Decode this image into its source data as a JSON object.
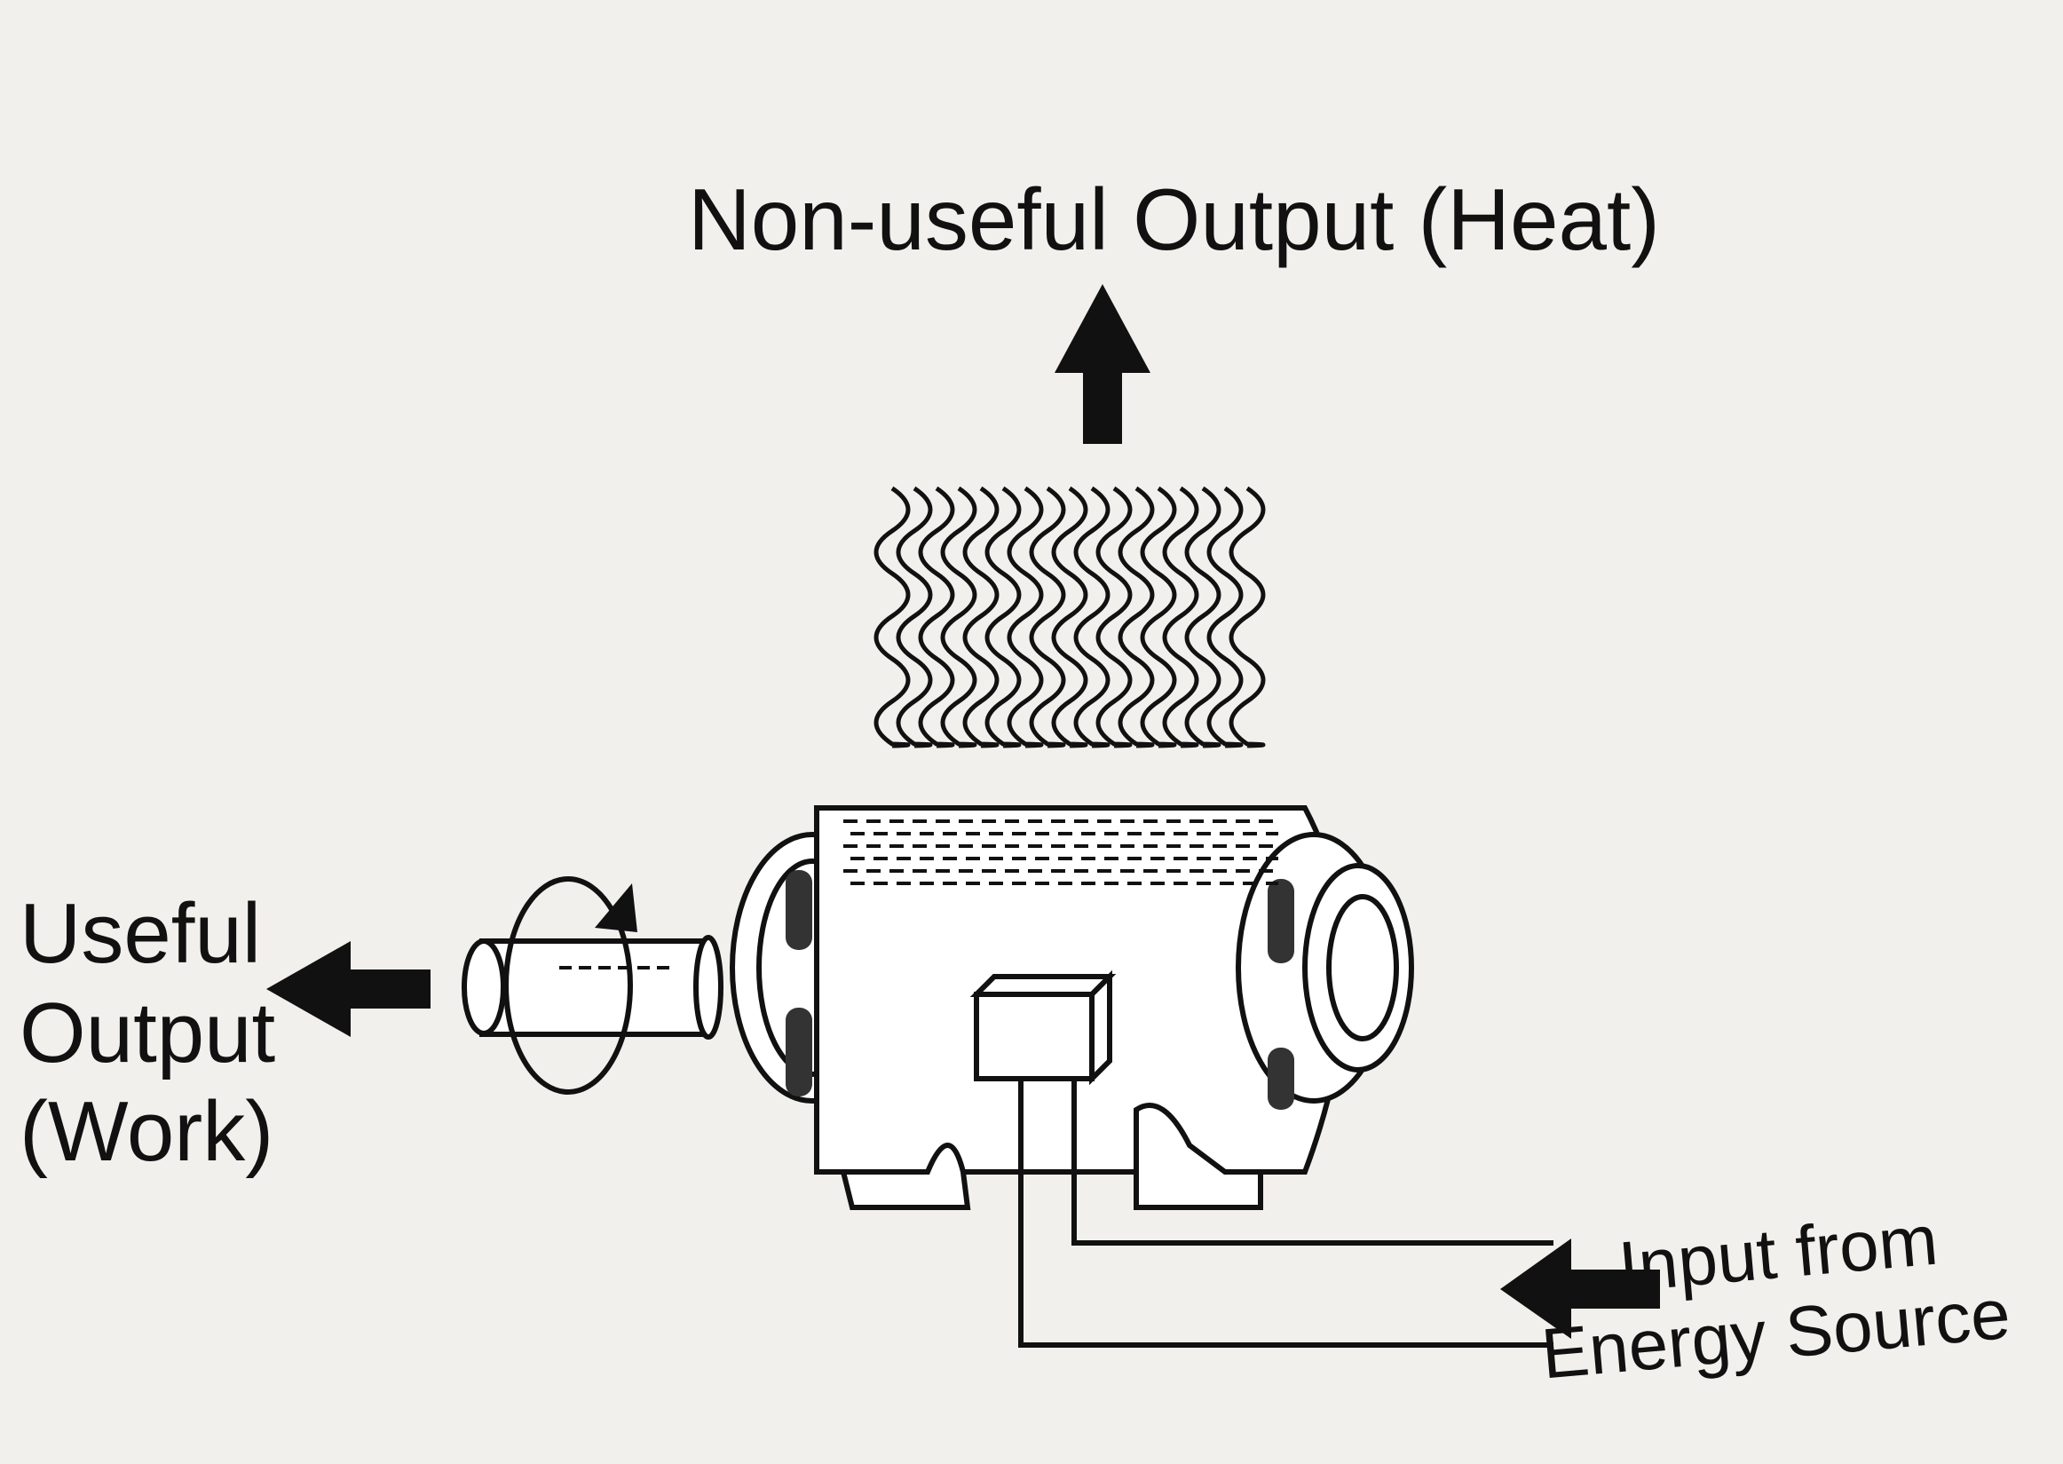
{
  "labels": {
    "heat": "Non-useful Output (Heat)",
    "useful": [
      "Useful",
      "Output",
      "(Work)"
    ],
    "input": [
      "Input from",
      "Energy Source"
    ]
  },
  "colors": {
    "ink": "#111111",
    "paper": "#f2f0ec",
    "coil": "#333333"
  }
}
